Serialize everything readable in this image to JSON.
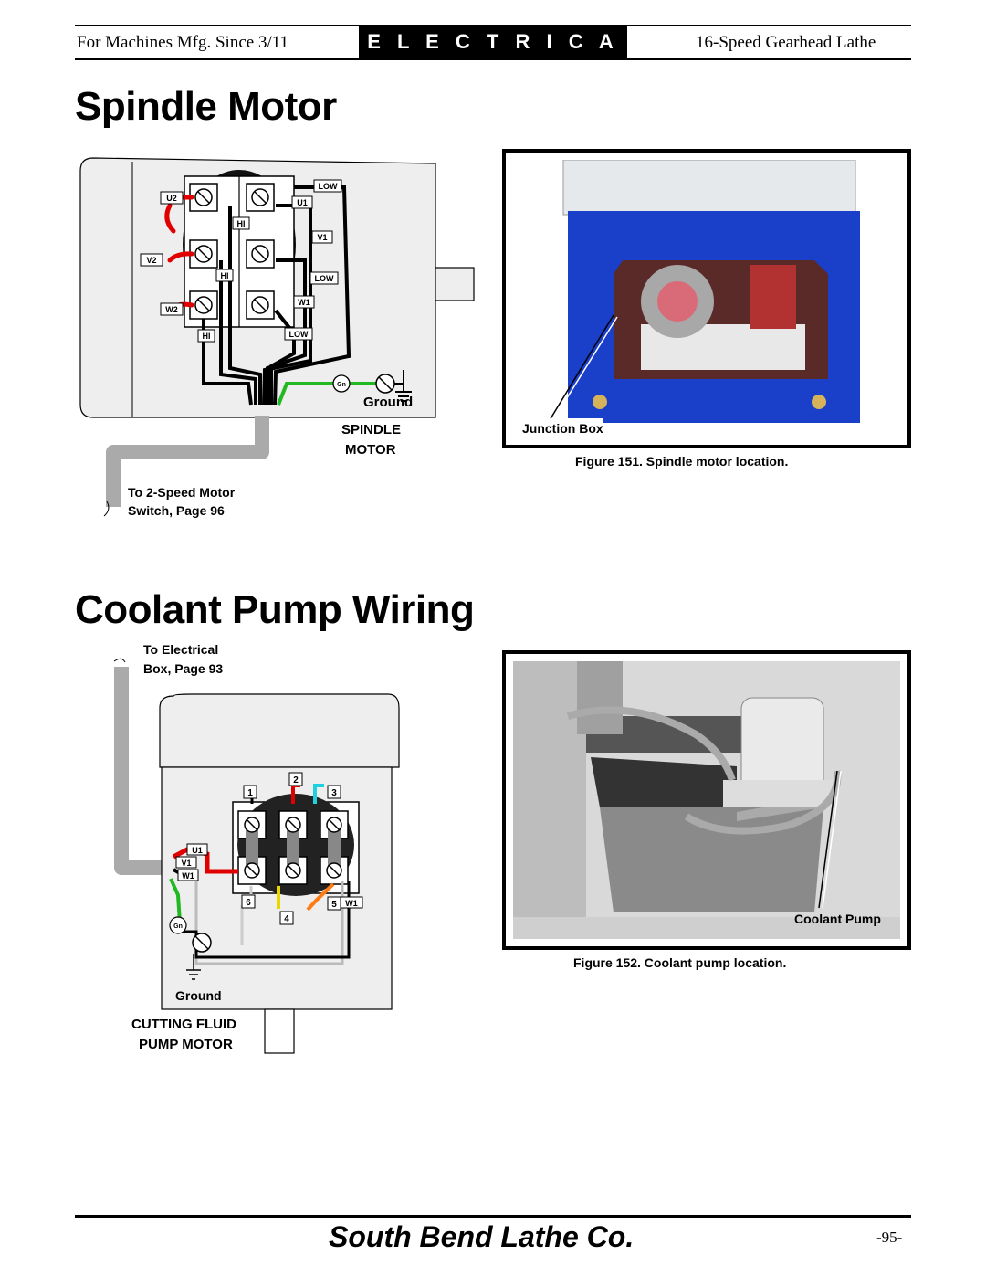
{
  "header": {
    "left": "For Machines Mfg. Since 3/11",
    "center": "E L E C T R I C A L",
    "right": "16-Speed Gearhead Lathe"
  },
  "spindle": {
    "title": "Spindle Motor",
    "terminals": {
      "u2": "U2",
      "v2": "V2",
      "w2": "W2",
      "u1": "U1",
      "v1": "V1",
      "w1": "W1",
      "hi": "HI",
      "low": "LOW",
      "gn": "Gn"
    },
    "ground_label": "Ground",
    "motor_label_1": "SPINDLE",
    "motor_label_2": "MOTOR",
    "switch_label_1": "To 2-Speed Motor",
    "switch_label_2": "Switch, Page 96",
    "photo_callout": "Junction Box",
    "figure_caption": "Figure 151. Spindle motor location."
  },
  "coolant": {
    "title": "Coolant Pump Wiring",
    "box_label_1": "To Electrical",
    "box_label_2": "Box, Page 93",
    "numbers": {
      "n1": "1",
      "n2": "2",
      "n3": "3",
      "n4": "4",
      "n5": "5",
      "n6": "6"
    },
    "terminals": {
      "u1": "U1",
      "v1": "V1",
      "w1": "W1",
      "w1b": "W1",
      "gn": "Gn"
    },
    "ground_label": "Ground",
    "motor_label_1": "CUTTING FLUID",
    "motor_label_2": "PUMP MOTOR",
    "photo_callout": "Coolant Pump",
    "figure_caption": "Figure 152. Coolant pump location."
  },
  "footer": {
    "brand": "South Bend Lathe Co.",
    "page_number": "-95-"
  }
}
